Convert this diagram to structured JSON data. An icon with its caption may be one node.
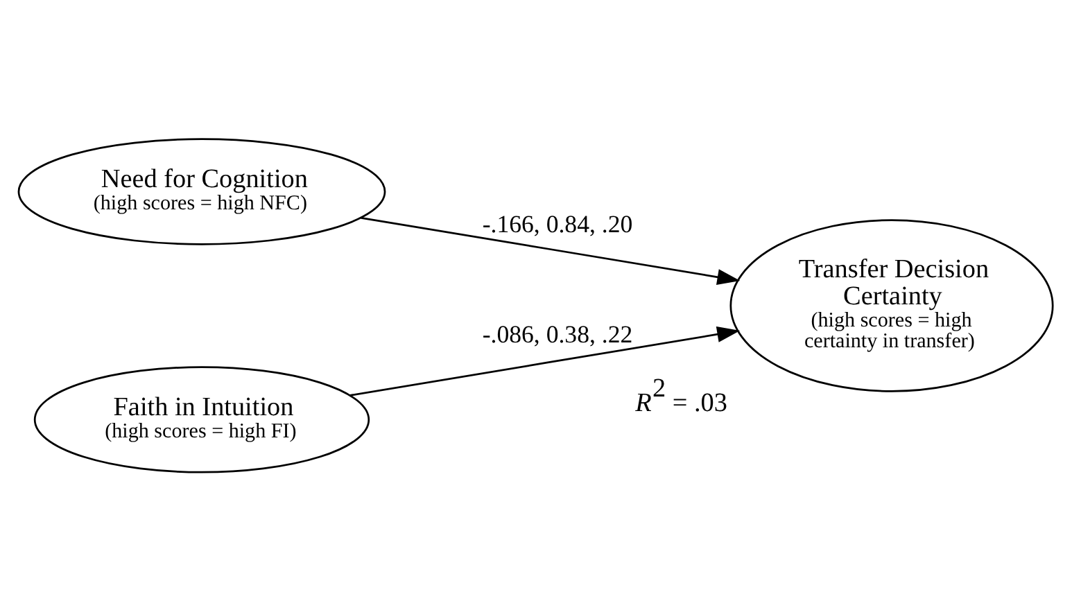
{
  "diagram": {
    "nodes": [
      {
        "text": [
          "Need for Cognition",
          "(high scores = high NFC)"
        ]
      },
      {
        "text": [
          "Transfer Decision Certainty",
          "(high scores = high certainty in transfer)"
        ],
        "beside": [
          "*R*$^{2}$ = .03"
        ]
      },
      {
        "text": [
          "Faith in Intuition",
          "(high scores = high FI)"
        ]
      }
    ],
    "edges": [
      {
        "from": 0,
        "to": 1,
        "arrow": "to",
        "label": "-.166, 0.84, .20"
      },
      {
        "from": 2,
        "to": 1,
        "arrow": "to",
        "label": "-.086, 0.38, .22"
      }
    ]
  }
}
